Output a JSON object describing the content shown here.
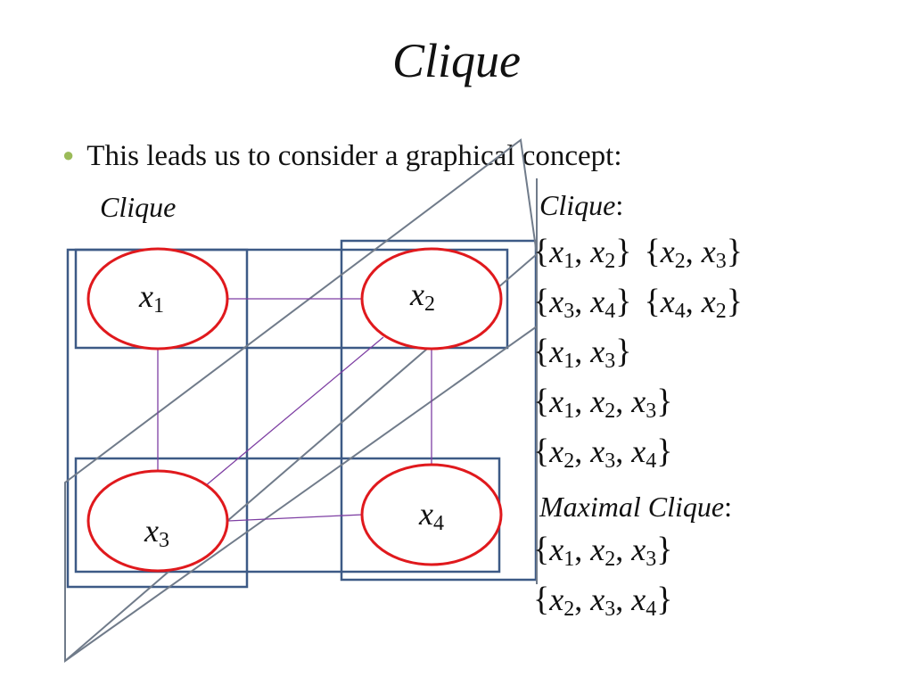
{
  "title": "Clique",
  "bullet": {
    "text": "This leads us to consider a graphical concept:"
  },
  "diagram_caption": "Clique",
  "nodes": [
    {
      "id": "x1",
      "base": "x",
      "sub": "1"
    },
    {
      "id": "x2",
      "base": "x",
      "sub": "2"
    },
    {
      "id": "x3",
      "base": "x",
      "sub": "3"
    },
    {
      "id": "x4",
      "base": "x",
      "sub": "4"
    }
  ],
  "edges": [
    [
      "x1",
      "x2"
    ],
    [
      "x1",
      "x3"
    ],
    [
      "x2",
      "x3"
    ],
    [
      "x2",
      "x4"
    ],
    [
      "x3",
      "x4"
    ]
  ],
  "clique_section": {
    "heading": "Clique",
    "colon": ":",
    "rows": [
      [
        [
          "1",
          "2"
        ],
        [
          "2",
          "3"
        ]
      ],
      [
        [
          "3",
          "4"
        ],
        [
          "4",
          "2"
        ]
      ],
      [
        [
          "1",
          "3"
        ]
      ],
      [
        [
          "1",
          "2",
          "3"
        ]
      ],
      [
        [
          "2",
          "3",
          "4"
        ]
      ]
    ]
  },
  "maximal_section": {
    "heading": "Maximal Clique",
    "colon": ":",
    "rows": [
      [
        [
          "1",
          "2",
          "3"
        ]
      ],
      [
        [
          "2",
          "3",
          "4"
        ]
      ]
    ]
  },
  "colors": {
    "node_stroke": "#e0191d",
    "edge": "#7e3fa3",
    "box": "#3d5a86",
    "parallelogram": "#707b8a",
    "bullet": "#9bbb59"
  }
}
